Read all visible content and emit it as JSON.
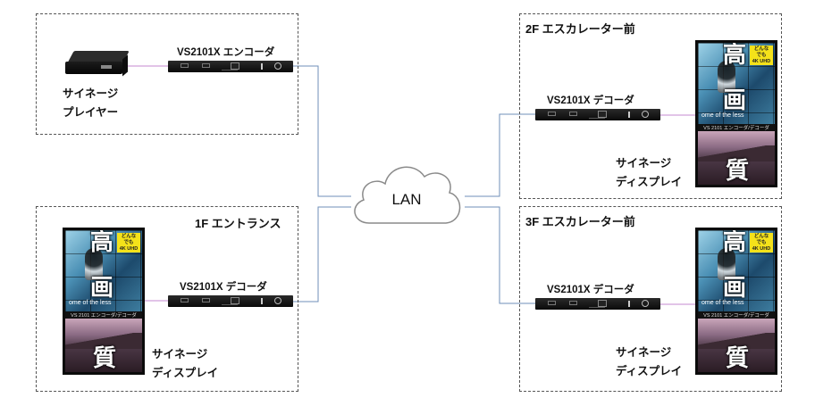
{
  "zones": {
    "player_site": {
      "title": ""
    },
    "entrance": {
      "title": "1F エントランス"
    },
    "escalator_2f": {
      "title": "2F エスカレーター前"
    },
    "escalator_3f": {
      "title": "3F エスカレーター前"
    }
  },
  "network": {
    "label": "LAN"
  },
  "devices": {
    "encoder": {
      "label": "VS2101X エンコーダ"
    },
    "decoder_1f": {
      "label": "VS2101X デコーダ"
    },
    "decoder_2f": {
      "label": "VS2101X デコーダ"
    },
    "decoder_3f": {
      "label": "VS2101X デコーダ"
    }
  },
  "endpoints": {
    "player": {
      "line1": "サイネージ",
      "line2": "プレイヤー"
    },
    "display_1f": {
      "line1": "サイネージ",
      "line2": "ディスプレイ"
    },
    "display_2f": {
      "line1": "サイネージ",
      "line2": "ディスプレイ"
    },
    "display_3f": {
      "line1": "サイネージ",
      "line2": "ディスプレイ"
    }
  },
  "display_content": {
    "kanji_top": "高",
    "kanji_mid": "画",
    "kanji_bottom": "質",
    "badge_line1": "どんな",
    "badge_line2": "でも",
    "badge_line3": "4K UHD",
    "strip_text": "VS 2101 エンコーダ/デコーダ",
    "tagline": "ome of the less"
  },
  "colors": {
    "hdmi_wire": "#c48ad0",
    "lan_wire": "#6f8fb8",
    "cloud_stroke": "#8a8a8a",
    "zone_border": "#555555"
  }
}
